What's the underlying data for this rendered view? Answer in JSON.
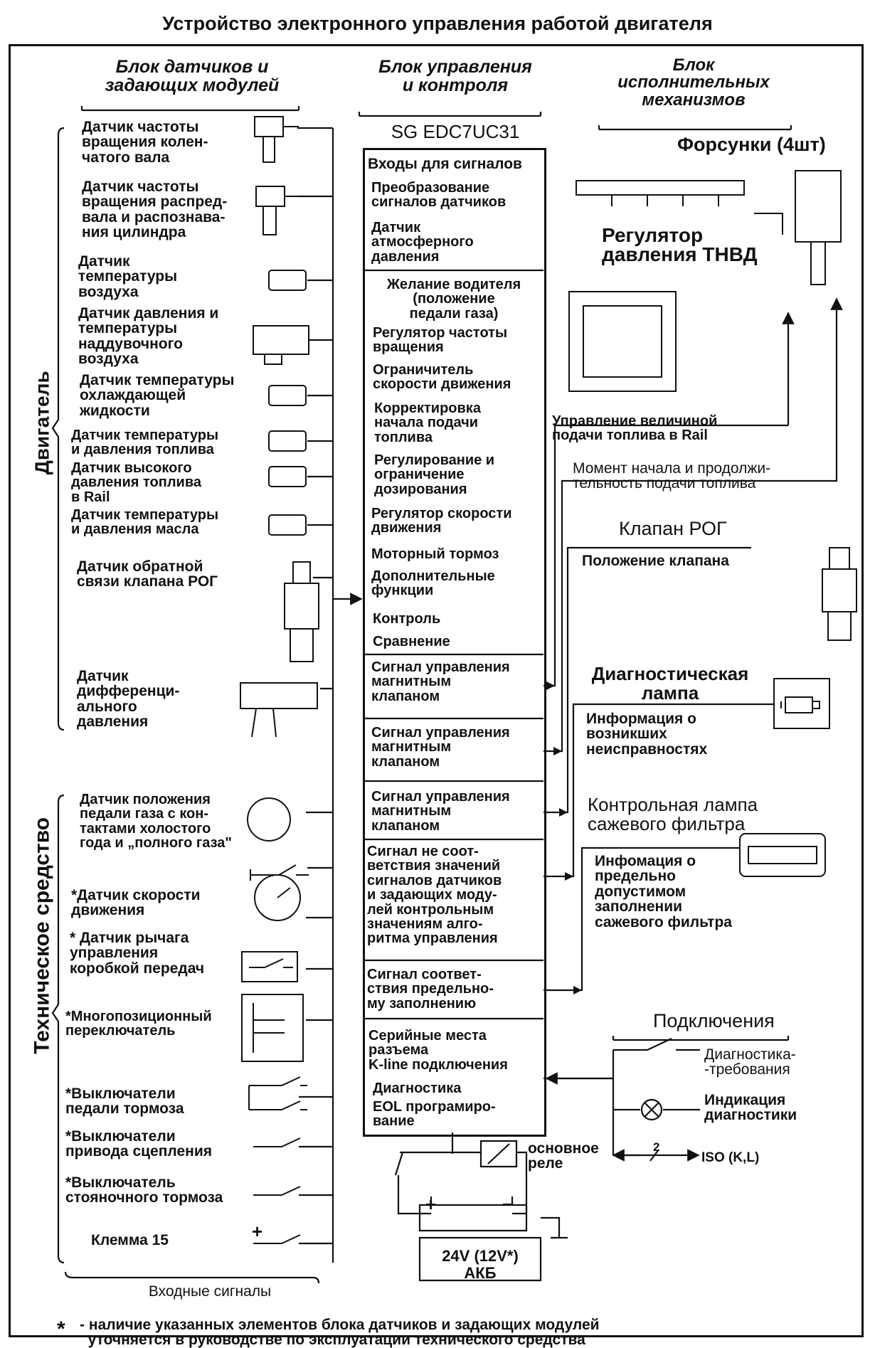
{
  "title": "Устройство электронного управления работой двигателя",
  "sensors": {
    "heading": "Блок датчиков и\nзадающих модулей",
    "engine_label": "Двигатель",
    "vehicle_label": "Техническое средство",
    "engine_items": [
      "Датчик частоты\nвращения колен-\nчатого вала",
      "Датчик частоты\nвращения распред-\nвала и распознава-\nния цилиндра",
      "Датчик\nтемпературы\nвоздуха",
      "Датчик давления и\nтемпературы\nнаддувочного\nвоздуха",
      "Датчик температуры\nохлаждающей\nжидкости",
      "Датчик температуры\nи давления топлива",
      "Датчик высокого\nдавления топлива\nв Rail",
      "Датчик температуры\nи давления масла",
      "Датчик обратной\nсвязи клапана РОГ",
      "Датчик\nдифференци-\nального\nдавления"
    ],
    "vehicle_items": [
      "Датчик положения\nпедали газа с кон-\nтактами холостого\nгода и „полного газа\"",
      "*Датчик скорости\nдвижения",
      "* Датчик рычага\nуправления\nкоробкой передач",
      "*Многопозиционный\nпереключатель",
      "*Выключатели\nпедали тормоза",
      "*Выключатели\nпривода сцепления",
      "*Выключатель\nстояночного тормоза",
      "Клемма 15"
    ],
    "input_signals": "Входные сигналы"
  },
  "ecu": {
    "heading": "Блок управления\nи контроля",
    "model": "SG EDC7UC31",
    "sections": [
      [
        "Входы для сигналов",
        "Преобразование\nсигналов датчиков",
        "Датчик\nатмосферного\nдавления"
      ],
      [
        "Желание водителя\n(положение\nпедали газа)",
        "Регулятор частоты\nвращения",
        "Ограничитель\nскорости движения",
        "Корректировка\nначала подачи\nтоплива",
        "Регулирование и\nограничение\nдозирования",
        "Регулятор скорости\nдвижения",
        "Моторный тормоз",
        "Дополнительные\nфункции",
        "Контроль",
        "Сравнение"
      ],
      [
        "Сигнал управления\nмагнитным\nклапаном"
      ],
      [
        "Сигнал управления\nмагнитным\nклапаном"
      ],
      [
        "Сигнал управления\nмагнитным\nклапаном"
      ],
      [
        "Сигнал не соот-\nветствия значений\nсигналов датчиков\nи задающих моду-\nлей контрольным\nзначениям алго-\nритма управления"
      ],
      [
        "Сигнал соответ-\nствия предельно-\nму заполнению"
      ],
      [
        "Серийные места\nразъема\nK-line подключения",
        "Диагностика",
        "EOL програмиро-\nвание"
      ]
    ],
    "main_relay": "основное\nреле",
    "battery": "24V (12V*)\nАКБ",
    "plus": "+",
    "minus": "−"
  },
  "actuators": {
    "heading": "Блок\nисполнительных\nмеханизмов",
    "injectors": "Форсунки (4шт)",
    "pump_regulator": "Регулятор\nдавления ТНВД",
    "rail_control": "Управление величиной\nподачи топлива в Rail",
    "injection_timing": "Момент начала и продолжи-\nтельность подачи топлива",
    "egr_valve": "Клапан РОГ",
    "valve_position": "Положение клапана",
    "diag_lamp": "Диагностическая\nлампа",
    "fault_info": "Информация о\nвозникших\nнеисправностях",
    "soot_lamp": "Контрольная лампа\nсажевого фильтра",
    "soot_info": "Инфомация о\nпредельно\nдопустимом\nзаполнении\nсажевого фильтра"
  },
  "connections": {
    "heading": "Подключения",
    "diag_request": "Диагностика-\n-требования",
    "diag_indication": "Индикация\nдиагностики",
    "iso": "ISO (K,L)",
    "bus_width": "2"
  },
  "footnote": {
    "star": "*",
    "text": "- наличие указанных элементов блока датчиков и задающих модулей\n  уточняется в руководстве по эксплуатации технического средства"
  }
}
